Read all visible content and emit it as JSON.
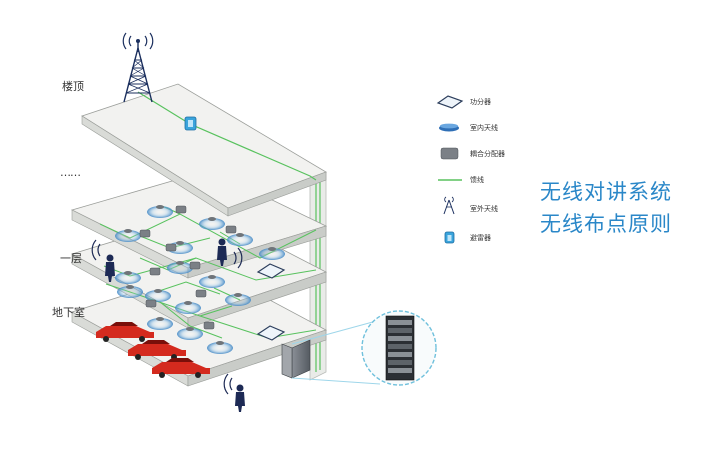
{
  "floors": {
    "roof": "楼顶",
    "dots": "……",
    "first": "一层",
    "basement": "地下室"
  },
  "legend": {
    "splitter": "功分器",
    "indoor_antenna": "室内天线",
    "coupler": "耦合分配器",
    "feeder": "馈线",
    "outdoor_antenna": "室外天线",
    "arrester": "避雷器"
  },
  "title": {
    "line1": "无线对讲系统",
    "line2": "无线布点原则"
  },
  "colors": {
    "feeder": "#58c25e",
    "accent": "#2a87c8",
    "slab": "#f2f2f0",
    "car": "#d42a1e",
    "coverage": "#7fb4de"
  },
  "icons": {
    "splitter": "diamond-splitter-icon",
    "indoor_antenna": "ceiling-antenna-icon",
    "coupler": "coupler-box-icon",
    "feeder": "green-line-icon",
    "outdoor_antenna": "tower-antenna-icon",
    "arrester": "lightning-arrester-icon"
  }
}
